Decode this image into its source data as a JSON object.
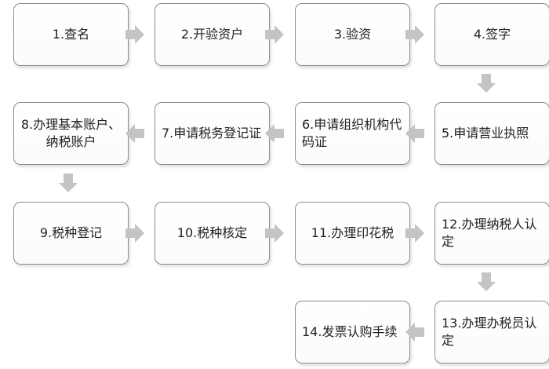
{
  "steps": [
    {
      "id": 1,
      "label": "1.查名"
    },
    {
      "id": 2,
      "label": "2.开验资户"
    },
    {
      "id": 3,
      "label": "3.验资"
    },
    {
      "id": 4,
      "label": "4.签字"
    },
    {
      "id": 5,
      "label": "5.申请营业执照"
    },
    {
      "id": 6,
      "label": "6.申请组织机构代码证"
    },
    {
      "id": 7,
      "label": "7.申请税务登记证"
    },
    {
      "id": 8,
      "label": "8.办理基本账户、纳税账户"
    },
    {
      "id": 9,
      "label": "9.税种登记"
    },
    {
      "id": 10,
      "label": "10.税种核定"
    },
    {
      "id": 11,
      "label": "11.办理印花税"
    },
    {
      "id": 12,
      "label": "12.办理纳税人认定"
    },
    {
      "id": 13,
      "label": "13.办理办税员认定"
    },
    {
      "id": 14,
      "label": "14.发票认购手续"
    }
  ],
  "colors": {
    "box_border": "#8c8c8c",
    "arrow": "#c4c4c4",
    "text": "#222222"
  }
}
